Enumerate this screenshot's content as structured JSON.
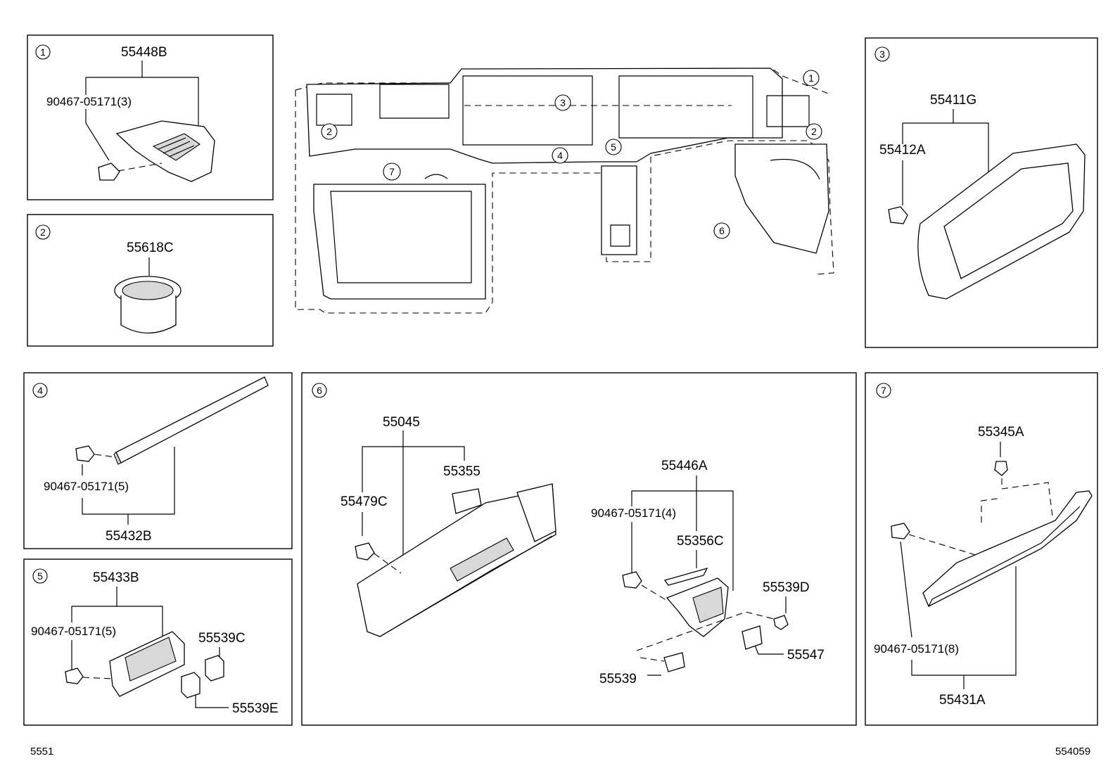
{
  "panels": {
    "p1": {
      "index": "1",
      "part_top": "55448B",
      "clip": "90467-05171(3)"
    },
    "p2": {
      "index": "2",
      "part_top": "55618C"
    },
    "p3": {
      "index": "3",
      "part_top": "55411G",
      "clip": "55412A"
    },
    "p4": {
      "index": "4",
      "clip": "90467-05171(5)",
      "part_bottom": "55432B"
    },
    "p5": {
      "index": "5",
      "part_top": "55433B",
      "clip": "90467-05171(5)",
      "cap_a": "55539C",
      "cap_b": "55539E"
    },
    "p6": {
      "index": "6",
      "part_a": "55045",
      "part_b": "55355",
      "part_c": "55479C",
      "part_d": "55446A",
      "clip": "90467-05171(4)",
      "part_e": "55356C",
      "part_f": "55539D",
      "part_g": "55547",
      "part_h": "55539"
    },
    "p7": {
      "index": "7",
      "part_top": "55345A",
      "clip": "90467-05171(8)",
      "part_bottom": "55431A"
    }
  },
  "main_callouts": [
    "1",
    "2",
    "2",
    "3",
    "4",
    "5",
    "6",
    "7"
  ],
  "footer": {
    "left": "5551",
    "right": "554059"
  }
}
